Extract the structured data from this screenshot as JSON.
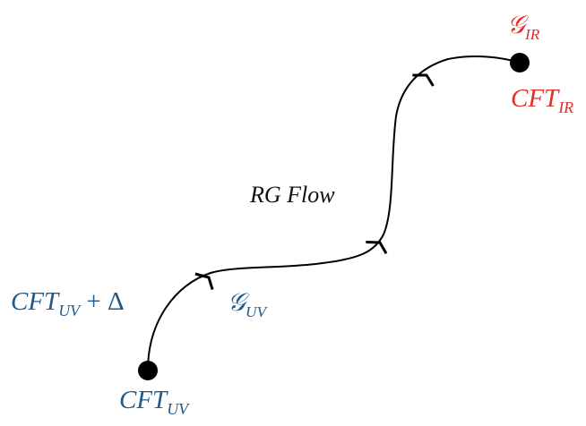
{
  "colors": {
    "curve": "#000000",
    "uv_text": "#1f5a8a",
    "ir_text": "#e0312a",
    "flow_text": "#111111"
  },
  "labels": {
    "cft_uv": {
      "main": "CFT",
      "sub": "UV"
    },
    "cft_uv_deformed": {
      "main": "CFT",
      "sub": "UV",
      "suffix": " + Δ"
    },
    "g_uv": {
      "main": "𝒢",
      "sub": "UV"
    },
    "rg_flow": "RG Flow",
    "g_ir": {
      "main": "𝒢",
      "sub": "IR"
    },
    "cft_ir": {
      "main": "CFT",
      "sub": "IR"
    }
  },
  "icons": {
    "start_point": "filled-circle",
    "end_point": "filled-circle",
    "flow_arrows": "chevron-arrow"
  }
}
